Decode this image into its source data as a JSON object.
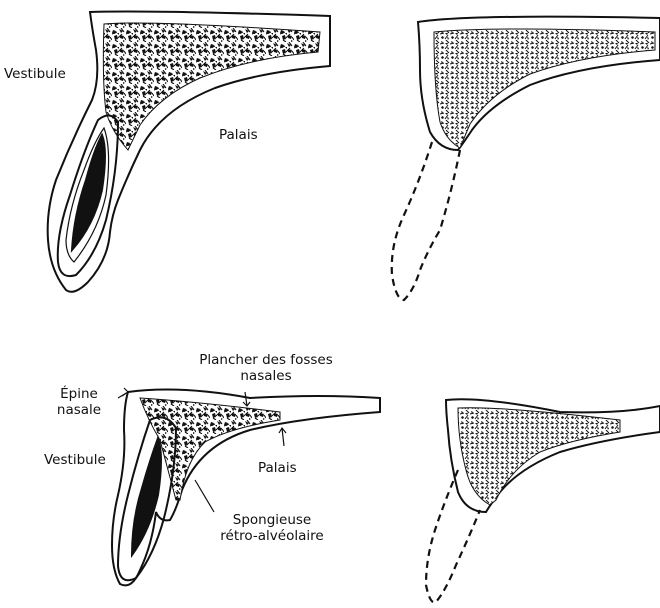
{
  "figures": [
    {
      "id": "top-left",
      "description_visible": false
    },
    {
      "id": "top-right"
    },
    {
      "id": "bottom-left"
    },
    {
      "id": "bottom-right"
    }
  ],
  "labels": {
    "vestibule_top": "Vestibule",
    "palais_top": "Palais",
    "plancher": "Plancher des fosses\nnasales",
    "epine": "Épine\nnasale",
    "vestibule_bottom": "Vestibule",
    "palais_bottom": "Palais",
    "spongieuse": "Spongieuse\nrétro-alvéolaire"
  },
  "colors": {
    "ink": "#111111",
    "background": "#ffffff"
  }
}
